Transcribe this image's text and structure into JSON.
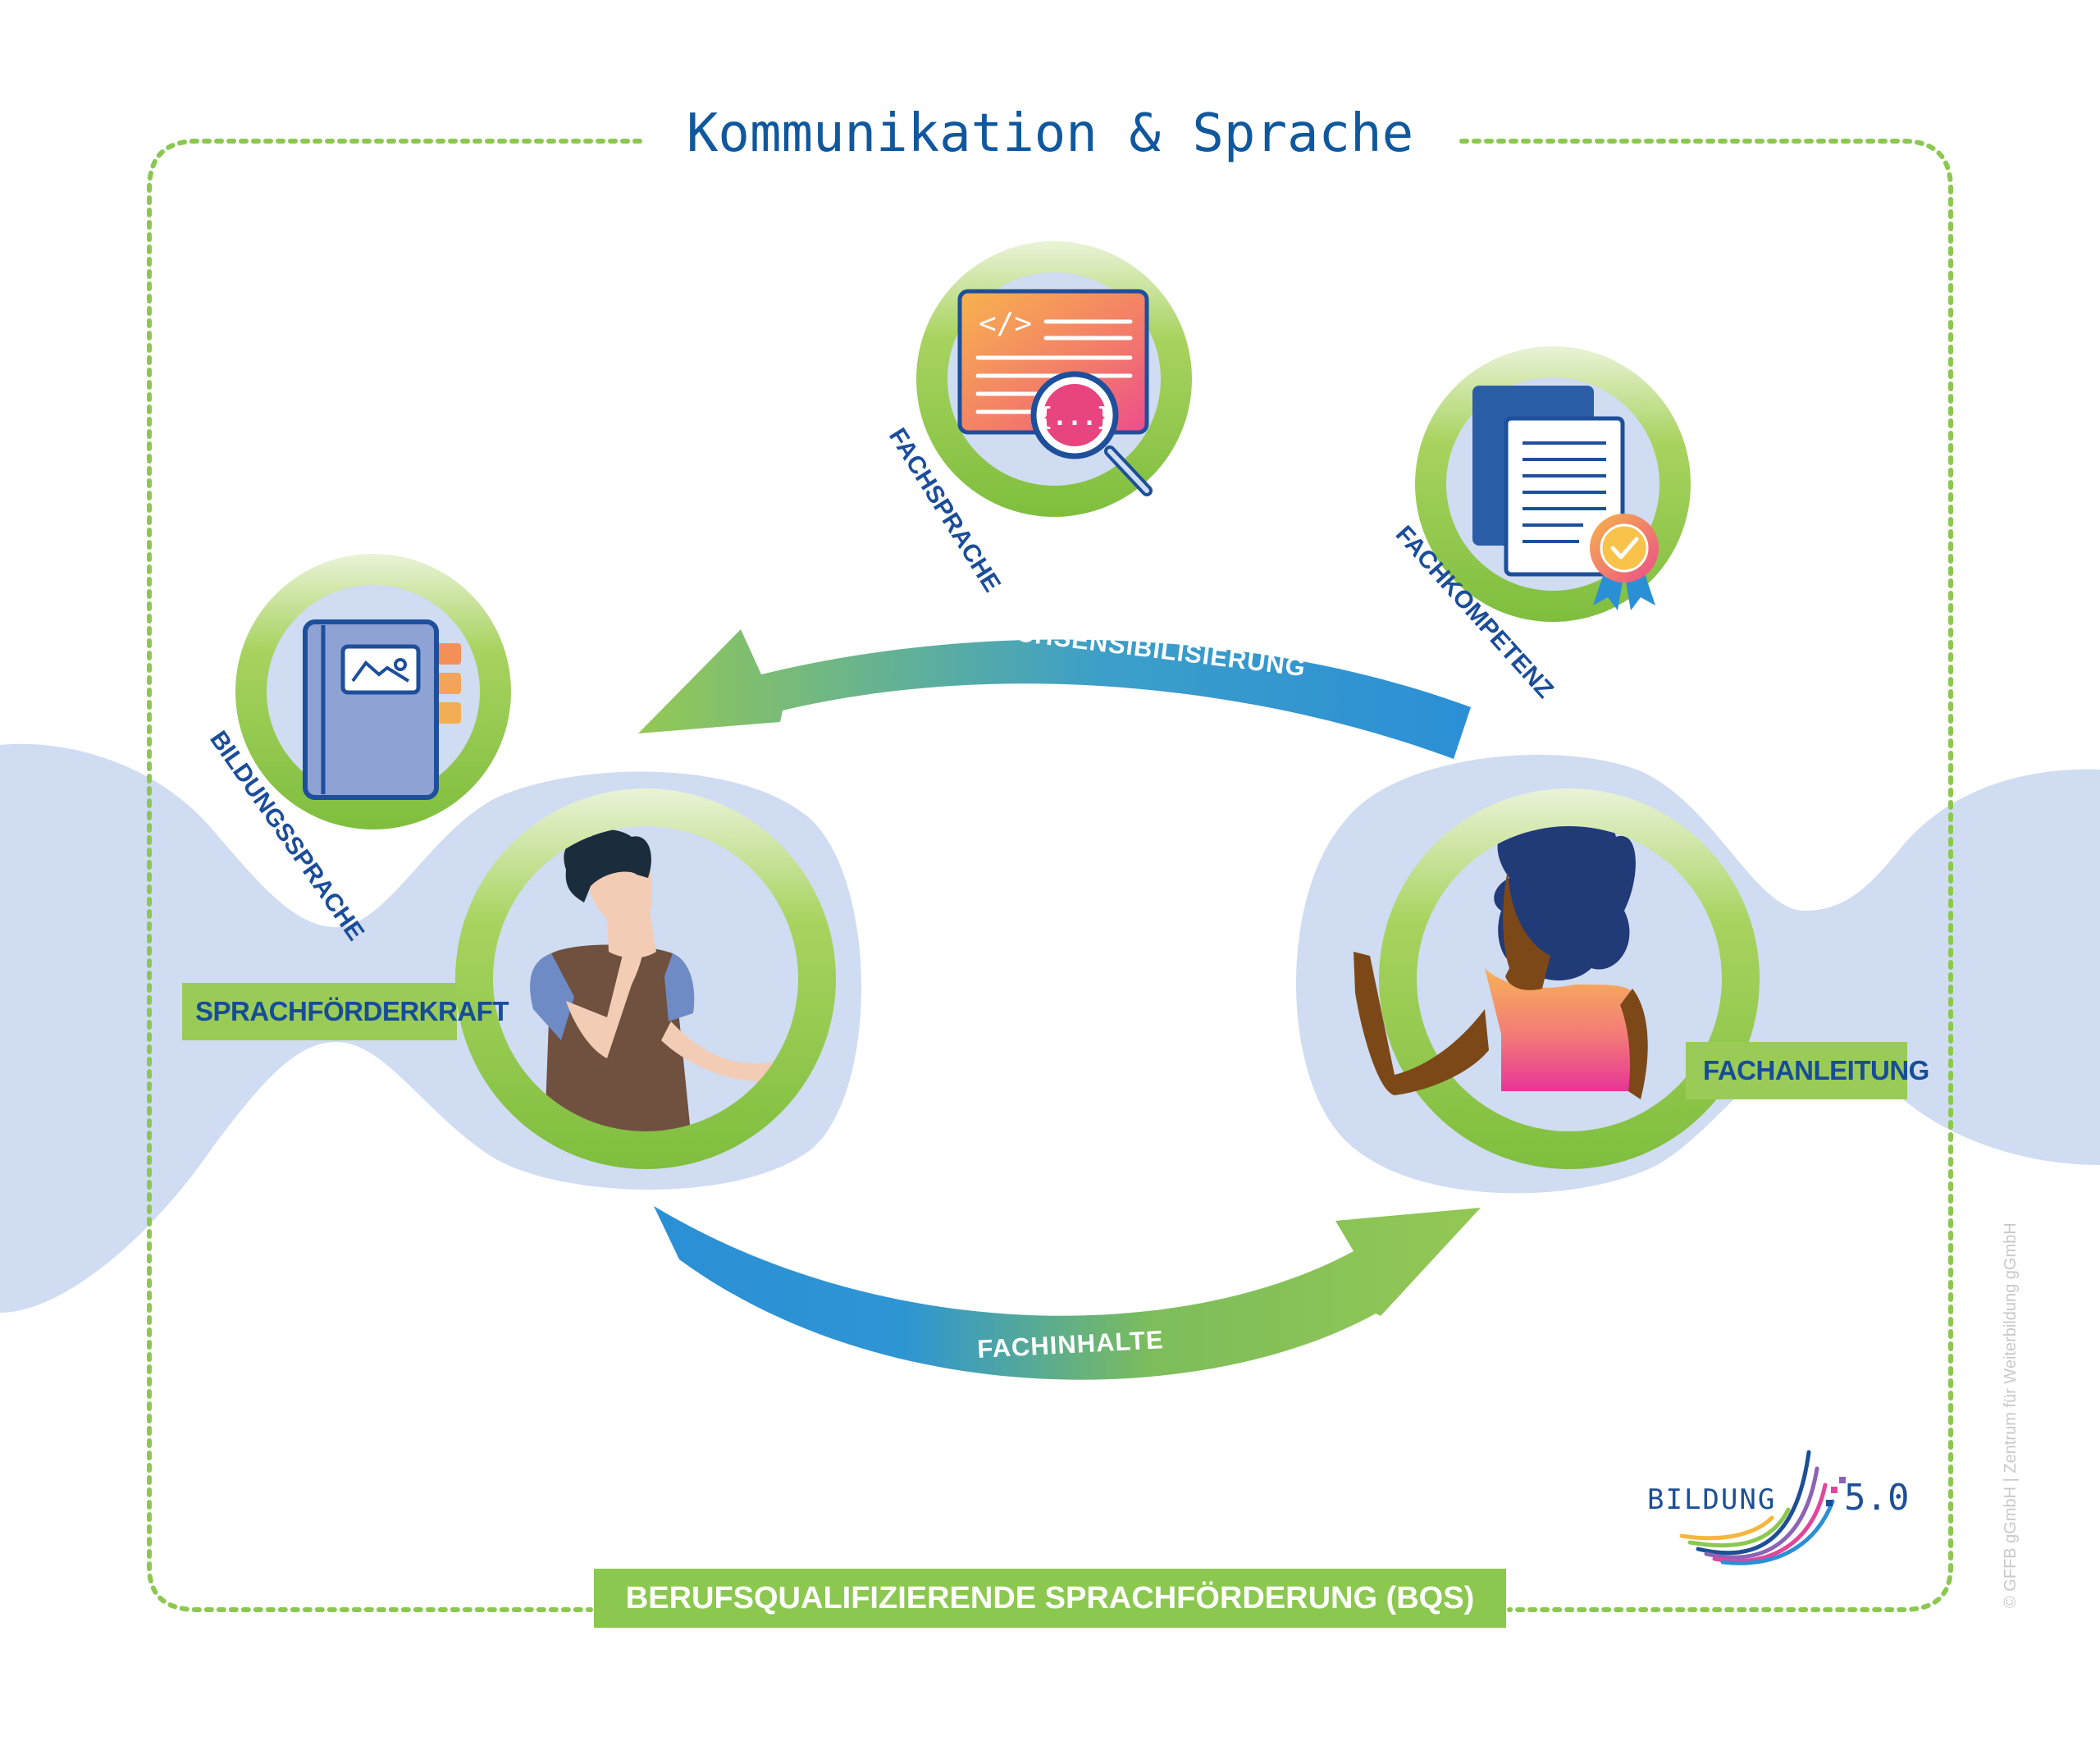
{
  "title": "Kommunikation & Sprache",
  "icons": {
    "fachsprache": {
      "label": "FACHSPRACHE",
      "code_tag": "</>",
      "braces": "{...}"
    },
    "fachkompetenz": {
      "label": "FACHKOMPETENZ"
    },
    "bildungssprache": {
      "label": "BILDUNGSSPRACHE"
    }
  },
  "arrows": {
    "top": "SPRACHSENSIBILISIERUNG",
    "bottom": "FACHINHALTE"
  },
  "roles": {
    "left": "SPRACHFÖRDERKRAFT",
    "right": "FACHANLEITUNG"
  },
  "footer": "BERUFSQUALIFIZIERENDE SPRACHFÖRDERUNG (BQS)",
  "logo": {
    "word": "BILDUNG",
    "version": "5.0"
  },
  "copyright": "© GFFB gGmbH | Zentrum für Weiterbildung gGmbH",
  "colors": {
    "primary_blue": "#10589e",
    "green": "#8cc850",
    "light_blue": "#cfdcf2",
    "arrow_blue": "#2f8fd1"
  }
}
